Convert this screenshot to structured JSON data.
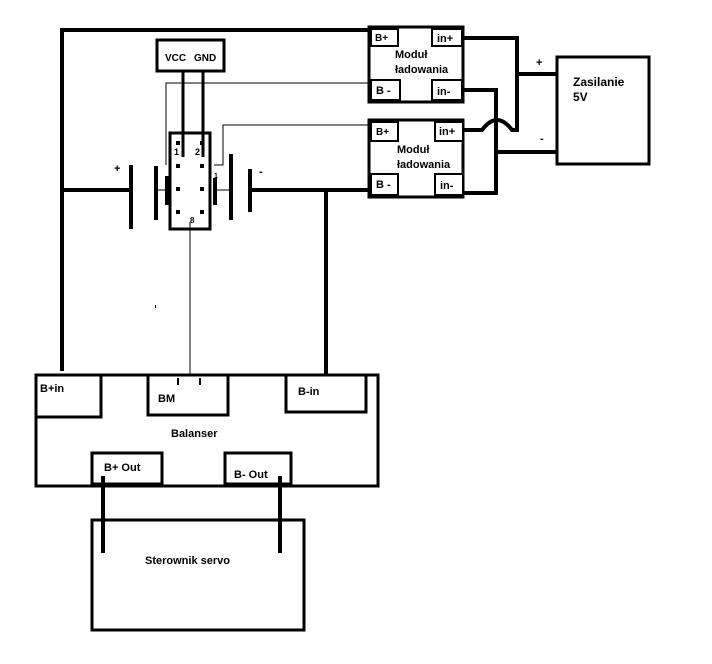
{
  "plug": {
    "vcc": "VCC",
    "gnd": "GND",
    "pin1": "1",
    "pin2": "2",
    "pin8": "8",
    "mark": "1"
  },
  "charger_top": {
    "title_line1": "Moduł",
    "title_line2": "ładowania",
    "b_plus": "B+",
    "b_minus": "B -",
    "in_plus": "in+",
    "in_minus": "in-"
  },
  "charger_bottom": {
    "title_line1": "Moduł",
    "title_line2": "ładowania",
    "b_plus": "B+",
    "b_minus": "B -",
    "in_plus": "in+",
    "in_minus": "in-"
  },
  "power_supply": {
    "line1": "Zasilanie",
    "line2": "5V",
    "plus": "+",
    "minus": "-"
  },
  "battery": {
    "plus": "+",
    "minus": "-"
  },
  "balancer": {
    "title": "Balanser",
    "b_plus_in": "B+in",
    "bm": "BM",
    "b_minus_in": "B-in",
    "b_plus_out": "B+ Out",
    "b_minus_out": "B- Out"
  },
  "servo": {
    "title": "Sterownik servo"
  }
}
